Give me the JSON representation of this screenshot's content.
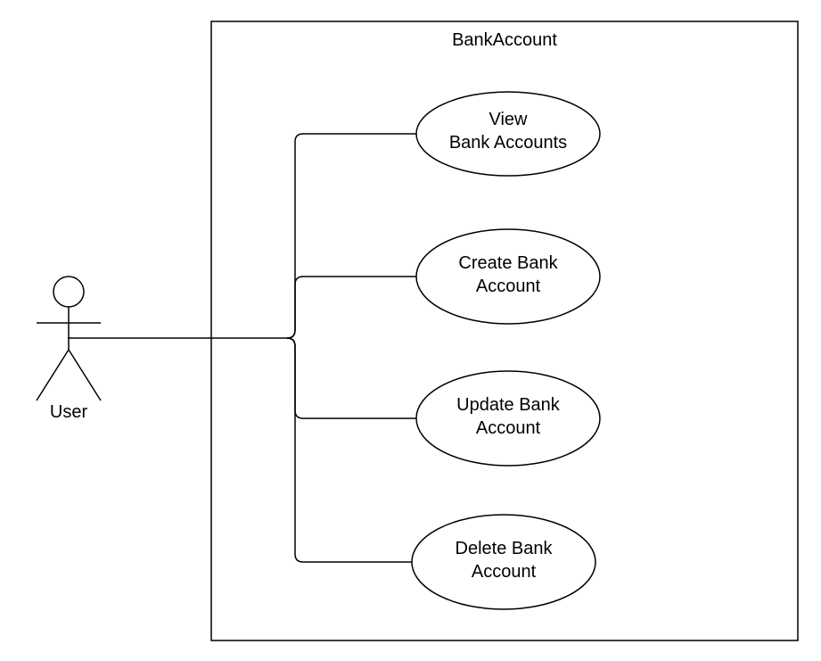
{
  "system": {
    "name": "BankAccount"
  },
  "actor": {
    "name": "User"
  },
  "use_cases": [
    {
      "lines": [
        "View",
        "Bank Accounts"
      ]
    },
    {
      "lines": [
        "Create Bank",
        "Account"
      ]
    },
    {
      "lines": [
        "Update Bank",
        "Account"
      ]
    },
    {
      "lines": [
        "Delete Bank",
        "Account"
      ]
    }
  ]
}
